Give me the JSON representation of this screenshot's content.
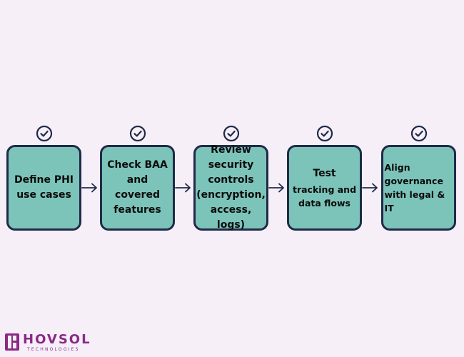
{
  "steps": [
    {
      "title": "Define PHI use cases",
      "sub": ""
    },
    {
      "title": "Check BAA and covered features",
      "sub": ""
    },
    {
      "title": "Review security controls (encryption, access, logs)",
      "sub": ""
    },
    {
      "title": "Test",
      "sub": "tracking and data flows"
    },
    {
      "title": "Align governance with legal & IT",
      "sub": ""
    }
  ],
  "colors": {
    "background": "#f6eff8",
    "box_fill": "#7cc4ba",
    "box_border": "#1f2a48",
    "brand": "#8a2a86"
  },
  "icons": [
    "check-circle-icon",
    "arrow-right-icon"
  ],
  "logo": {
    "brand": "HOVSOL",
    "tagline": "TECHNOLOGIES"
  }
}
